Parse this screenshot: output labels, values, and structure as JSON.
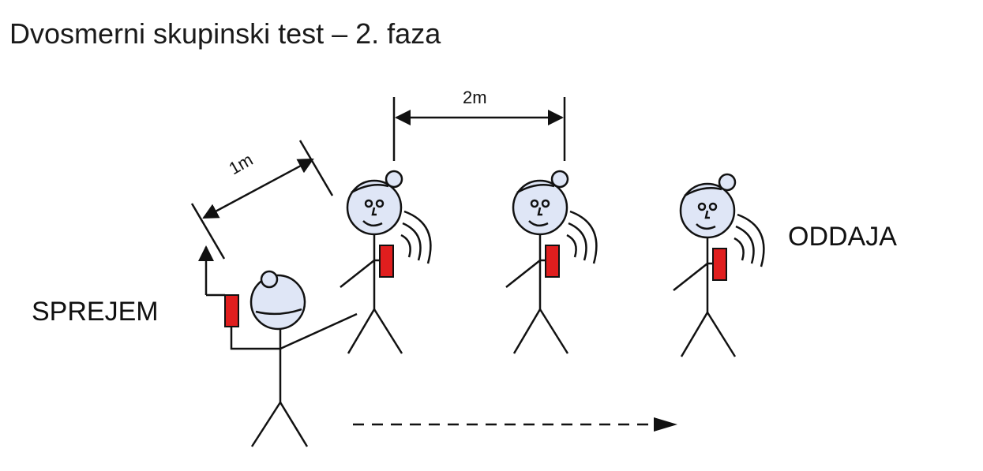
{
  "title": "Dvosmerni skupinski test – 2. faza",
  "labels": {
    "receive": "SPREJEM",
    "transmit": "ODDAJA"
  },
  "dimensions": {
    "group_spacing": "2m",
    "receiver_distance": "1m"
  },
  "colors": {
    "head_fill": "#dfe6f6",
    "device_fill": "#e01e1e",
    "line": "#111111"
  },
  "icons": [
    "person-icon",
    "radio-device-icon",
    "signal-waves-icon",
    "arrow-up-icon",
    "dashed-arrow-right-icon",
    "dimension-arrow-icon"
  ]
}
